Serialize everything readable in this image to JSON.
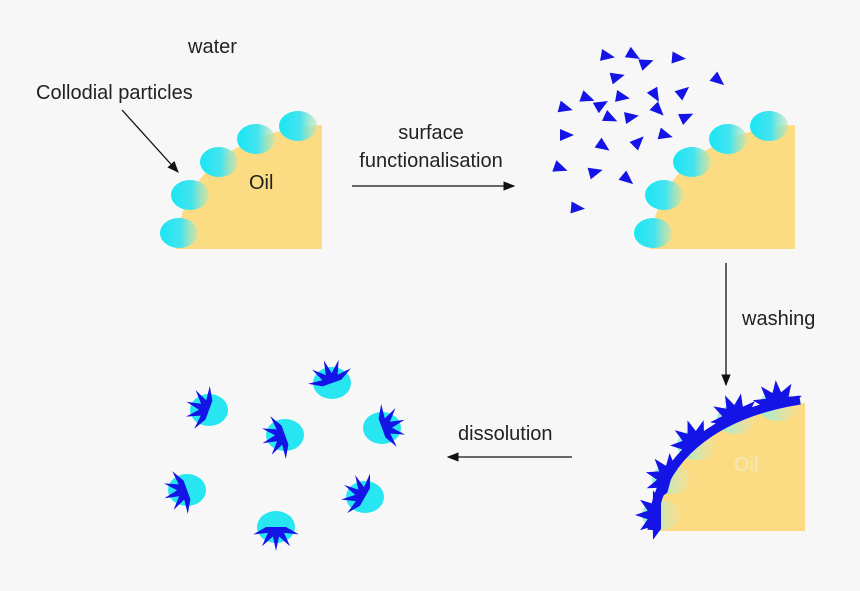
{
  "labels": {
    "water": "water",
    "colloidal_particles": "Collodial particles",
    "oil": "Oil",
    "oil_faded": "Oil",
    "step1_line1": "surface",
    "step1_line2": "functionalisation",
    "step2": "washing",
    "step3": "dissolution"
  },
  "colors": {
    "background": "#f7f7f7",
    "oil": "#fbdc82",
    "particle": "#27e6f2",
    "functional_group": "#1414e6",
    "arrow": "#111111",
    "text": "#222222"
  },
  "icons": [
    "oil-droplet-icon",
    "colloidal-particle-icon",
    "functional-group-triangle-icon",
    "functionalised-particle-icon",
    "arrow-icon"
  ]
}
